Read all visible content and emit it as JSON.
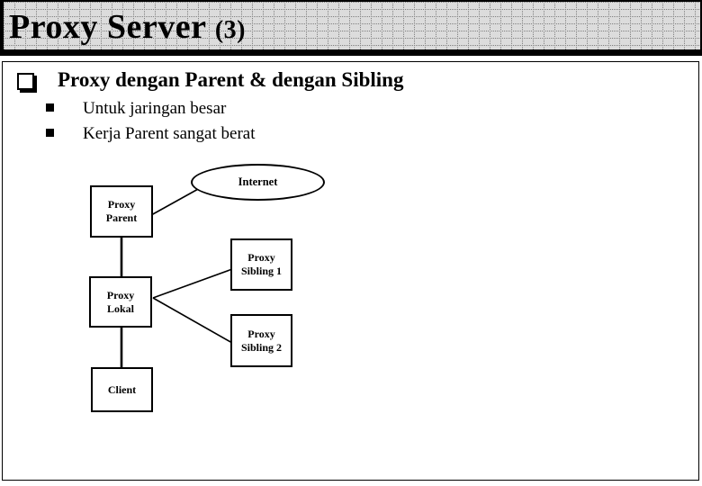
{
  "slide_title": {
    "main": "Proxy Server",
    "suffix": "(3)"
  },
  "content": {
    "heading": "Proxy dengan Parent & dengan Sibling",
    "sub_points": [
      "Untuk jaringan besar",
      "Kerja Parent sangat berat"
    ]
  },
  "diagram": {
    "internet": "Internet",
    "proxy_parent": {
      "line1": "Proxy",
      "line2": "Parent"
    },
    "proxy_sibling_1": {
      "line1": "Proxy",
      "line2": "Sibling 1"
    },
    "proxy_lokal": {
      "line1": "Proxy",
      "line2": "Lokal"
    },
    "proxy_sibling_2": {
      "line1": "Proxy",
      "line2": "Sibling 2"
    },
    "client": {
      "line1": "Client"
    }
  },
  "icons": {
    "main_bullet": "shadowed-checkbox-icon",
    "sub_bullet": "filled-square-icon"
  },
  "colors": {
    "border": "#000000",
    "title_pattern_bg": "#dcdcdc",
    "title_pattern_dot": "#7f7f7f",
    "content_bg": "#ffffff",
    "text": "#000000"
  }
}
